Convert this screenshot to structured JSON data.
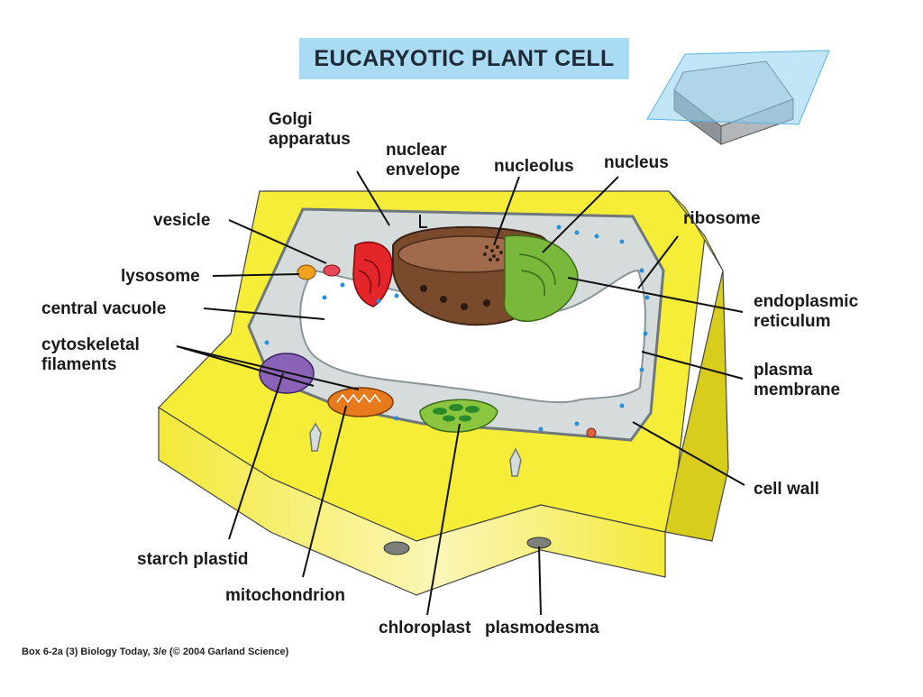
{
  "title": "EUCARYOTIC PLANT CELL",
  "labels": {
    "golgi": [
      "Golgi",
      "apparatus"
    ],
    "nuclear_envelope": [
      "nuclear",
      "envelope"
    ],
    "nucleolus": "nucleolus",
    "nucleus": "nucleus",
    "ribosome": "ribosome",
    "vesicle": "vesicle",
    "lysosome": "lysosome",
    "central_vacuole": "central vacuole",
    "cytoskeletal_filaments": [
      "cytoskeletal",
      "filaments"
    ],
    "endoplasmic_reticulum": [
      "endoplasmic",
      "reticulum"
    ],
    "plasma_membrane": [
      "plasma",
      "membrane"
    ],
    "cell_wall": "cell wall",
    "starch_plastid": "starch plastid",
    "mitochondrion": "mitochondrion",
    "chloroplast": "chloroplast",
    "plasmodesma": "plasmodesma"
  },
  "credit": "Box 6-2a (3)  Biology Today, 3/e (© 2004 Garland Science)",
  "colors": {
    "cell_wall": "#f7ef3a",
    "cell_wall_dark": "#c9bd12",
    "cytoplasm": "#d6dcdc",
    "membrane": "#7b8488",
    "nucleus": "#7a4a2c",
    "golgi": "#e4262b",
    "er": "#79b83a",
    "chloroplast": "#8cc63f",
    "mitochondrion": "#e87a1e",
    "starch_plastid": "#8a62b8",
    "ribosome": "#2a8fd6",
    "title_bg": "#a9dcf2"
  }
}
